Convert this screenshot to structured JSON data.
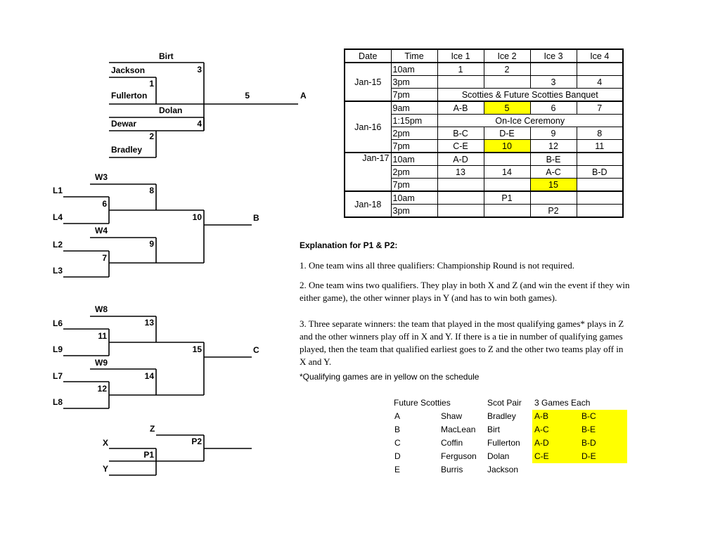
{
  "bracket": {
    "top": {
      "teams": [
        "Birt",
        "Jackson",
        "Fullerton",
        "Dolan",
        "Dewar",
        "Bradley"
      ],
      "games": [
        "3",
        "1",
        "5",
        "4",
        "2"
      ],
      "winner": "A"
    },
    "mid": {
      "labels": [
        "W3",
        "L1",
        "L4",
        "W4",
        "L2",
        "L3"
      ],
      "games": [
        "8",
        "6",
        "10",
        "9",
        "7"
      ],
      "winner": "B"
    },
    "low": {
      "labels": [
        "W8",
        "L6",
        "L9",
        "W9",
        "L7",
        "L8"
      ],
      "games": [
        "13",
        "11",
        "15",
        "14",
        "12"
      ],
      "winner": "C"
    },
    "playoff": {
      "labels": [
        "Z",
        "X",
        "Y"
      ],
      "games": [
        "P2",
        "P1"
      ]
    }
  },
  "schedule": {
    "headers": [
      "Date",
      "Time",
      "Ice 1",
      "Ice 2",
      "Ice 3",
      "Ice 4"
    ],
    "groups": [
      {
        "date": "Jan-15",
        "rows": [
          {
            "time": "10am",
            "cells": [
              "1",
              "2",
              "",
              ""
            ]
          },
          {
            "time": "3pm",
            "cells": [
              "",
              "",
              "3",
              "4"
            ]
          },
          {
            "time": "7pm",
            "span": "Scotties & Future Scotties Banquet"
          }
        ]
      },
      {
        "date": "Jan-16",
        "rows": [
          {
            "time": "9am",
            "cells": [
              "A-B",
              "5",
              "6",
              "7"
            ]
          },
          {
            "time": "1:15pm",
            "span": "On-Ice Ceremony"
          },
          {
            "time": "2pm",
            "cells": [
              "B-C",
              "D-E",
              "9",
              "8"
            ]
          },
          {
            "time": "7pm",
            "cells": [
              "C-E",
              "10",
              "12",
              "11"
            ]
          }
        ]
      },
      {
        "date": "Jan-17",
        "rows": [
          {
            "time": "10am",
            "cells": [
              "A-D",
              "",
              "B-E",
              ""
            ]
          },
          {
            "time": "2pm",
            "cells": [
              "13",
              "14",
              "A-C",
              "B-D"
            ]
          },
          {
            "time": "7pm",
            "cells": [
              "",
              "",
              "15",
              ""
            ]
          }
        ]
      },
      {
        "date": "Jan-18",
        "rows": [
          {
            "time": "10am",
            "cells": [
              "",
              "P1",
              "",
              ""
            ]
          },
          {
            "time": "3pm",
            "cells": [
              "",
              "",
              "P2",
              ""
            ]
          }
        ]
      }
    ]
  },
  "explanation": {
    "title": "Explanation for P1 & P2:",
    "p1": "1. One team wins all three qualifiers: Championship Round is not required.",
    "p2": "2. One team wins two qualifiers. They play in both X and Z (and win the event if they win either game), the other winner plays in Y (and has to win both games).",
    "p3": "3. Three separate winners: the team that played in the most qualifying games* plays in Z and the other winners play off in X and Y. If there is a tie in number of qualifying games played, then the team that qualified earliest goes to Z and the other two teams play off in X and Y.",
    "note": "*Qualifying games are in yellow on the schedule"
  },
  "roster": {
    "future_header": "Future Scotties",
    "scot_header": "Scot Pair",
    "games_header": "3 Games Each",
    "letters": [
      "A",
      "B",
      "C",
      "D",
      "E"
    ],
    "future": [
      "Shaw",
      "MacLean",
      "Coffin",
      "Ferguson",
      "Burris"
    ],
    "scot": [
      "Bradley",
      "Birt",
      "Fullerton",
      "Dolan",
      "Jackson"
    ],
    "games_col1": [
      "A-B",
      "A-C",
      "A-D",
      "C-E"
    ],
    "games_col2": [
      "B-C",
      "B-E",
      "B-D",
      "D-E"
    ]
  },
  "colors": {
    "highlight": "#ffff00"
  }
}
